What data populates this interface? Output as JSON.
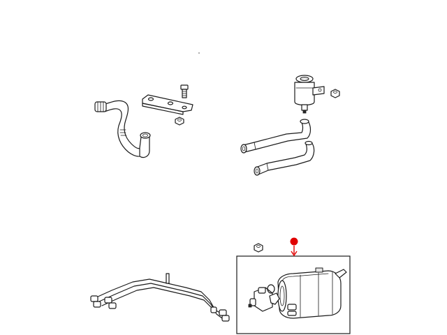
{
  "diagram": {
    "kind": "exploded-parts-illustration",
    "callouts": [
      {
        "name": "callout-marker",
        "color": "#e00000",
        "target": "vapor-canister"
      }
    ],
    "parts": [
      "hose-assembly-upper-left",
      "mounting-bracket",
      "bolt",
      "nut-upper-left",
      "purge-valve",
      "nut-upper-right",
      "hose-upper-right",
      "hose-lower-right",
      "nut-lower",
      "harness-tube-assembly",
      "vapor-canister",
      "leak-detection-pump",
      "o-ring"
    ],
    "colors": {
      "line": "#1a1a1a",
      "callout": "#e00000",
      "background": "#ffffff"
    }
  }
}
